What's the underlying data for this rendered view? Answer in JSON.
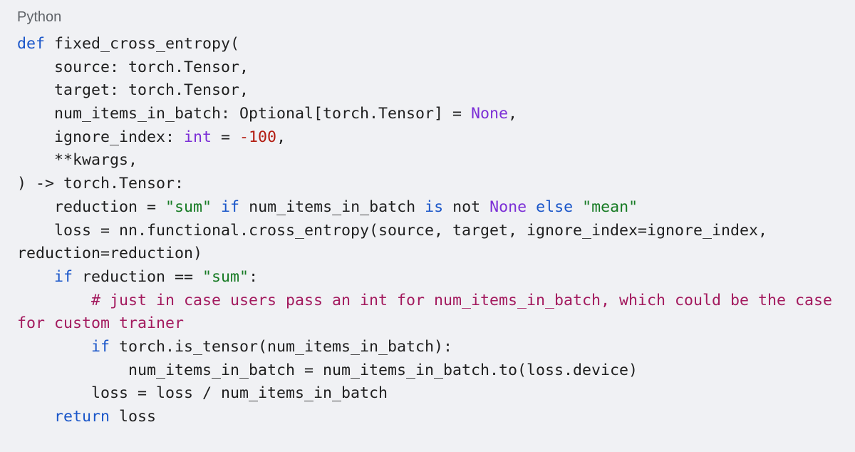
{
  "code_block": {
    "language": "Python",
    "lines": [
      [
        {
          "t": "def",
          "c": "kw"
        },
        {
          "t": " fixed_cross_entropy(",
          "c": "plain"
        }
      ],
      [
        {
          "t": "    source: torch.Tensor,",
          "c": "plain"
        }
      ],
      [
        {
          "t": "    target: torch.Tensor,",
          "c": "plain"
        }
      ],
      [
        {
          "t": "    num_items_in_batch: Optional[torch.Tensor] = ",
          "c": "plain"
        },
        {
          "t": "None",
          "c": "builtin"
        },
        {
          "t": ",",
          "c": "plain"
        }
      ],
      [
        {
          "t": "    ignore_index: ",
          "c": "plain"
        },
        {
          "t": "int",
          "c": "builtin"
        },
        {
          "t": " = ",
          "c": "plain"
        },
        {
          "t": "-100",
          "c": "num"
        },
        {
          "t": ",",
          "c": "plain"
        }
      ],
      [
        {
          "t": "    **kwargs,",
          "c": "plain"
        }
      ],
      [
        {
          "t": ") -> torch.Tensor:",
          "c": "plain"
        }
      ],
      [
        {
          "t": "    reduction = ",
          "c": "plain"
        },
        {
          "t": "\"sum\"",
          "c": "str"
        },
        {
          "t": " ",
          "c": "plain"
        },
        {
          "t": "if",
          "c": "kw"
        },
        {
          "t": " num_items_in_batch ",
          "c": "plain"
        },
        {
          "t": "is",
          "c": "kw"
        },
        {
          "t": " not ",
          "c": "plain"
        },
        {
          "t": "None",
          "c": "builtin"
        },
        {
          "t": " ",
          "c": "plain"
        },
        {
          "t": "else",
          "c": "kw"
        },
        {
          "t": " ",
          "c": "plain"
        },
        {
          "t": "\"mean\"",
          "c": "str"
        }
      ],
      [
        {
          "t": "    loss = nn.functional.cross_entropy(source, target, ignore_index=ignore_index,",
          "c": "plain"
        }
      ],
      [
        {
          "t": "reduction=reduction)",
          "c": "plain"
        }
      ],
      [
        {
          "t": "    ",
          "c": "plain"
        },
        {
          "t": "if",
          "c": "kw"
        },
        {
          "t": " reduction == ",
          "c": "plain"
        },
        {
          "t": "\"sum\"",
          "c": "str"
        },
        {
          "t": ":",
          "c": "plain"
        }
      ],
      [
        {
          "t": "        # just in case users pass an int for num_items_in_batch, which could be the case",
          "c": "com"
        }
      ],
      [
        {
          "t": "for custom trainer",
          "c": "com"
        }
      ],
      [
        {
          "t": "        ",
          "c": "plain"
        },
        {
          "t": "if",
          "c": "kw"
        },
        {
          "t": " torch.is_tensor(num_items_in_batch):",
          "c": "plain"
        }
      ],
      [
        {
          "t": "            num_items_in_batch = num_items_in_batch.to(loss.device)",
          "c": "plain"
        }
      ],
      [
        {
          "t": "        loss = loss / num_items_in_batch",
          "c": "plain"
        }
      ],
      [
        {
          "t": "    ",
          "c": "plain"
        },
        {
          "t": "return",
          "c": "kw"
        },
        {
          "t": " loss",
          "c": "plain"
        }
      ]
    ]
  }
}
